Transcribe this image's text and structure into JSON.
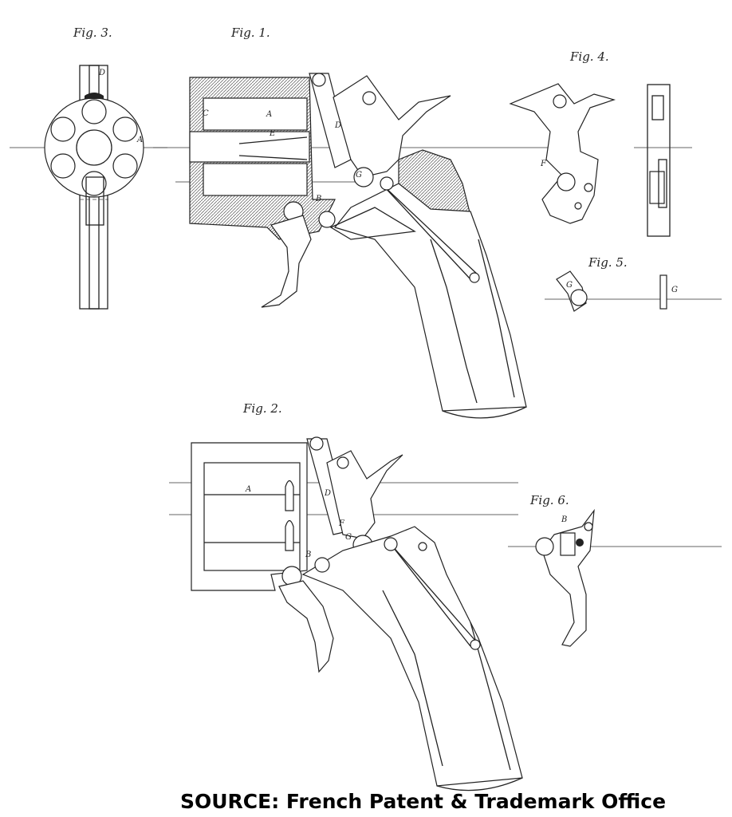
{
  "figures": {
    "fig1": "Fig. 1.",
    "fig2": "Fig. 2.",
    "fig3": "Fig. 3.",
    "fig4": "Fig. 4.",
    "fig5": "Fig. 5.",
    "fig6": "Fig. 6."
  },
  "letters": {
    "a": "A",
    "b": "B",
    "c": "C",
    "d": "D",
    "e": "E",
    "f": "F",
    "g": "G"
  },
  "source": "SOURCE: French Patent & Trademark Office"
}
